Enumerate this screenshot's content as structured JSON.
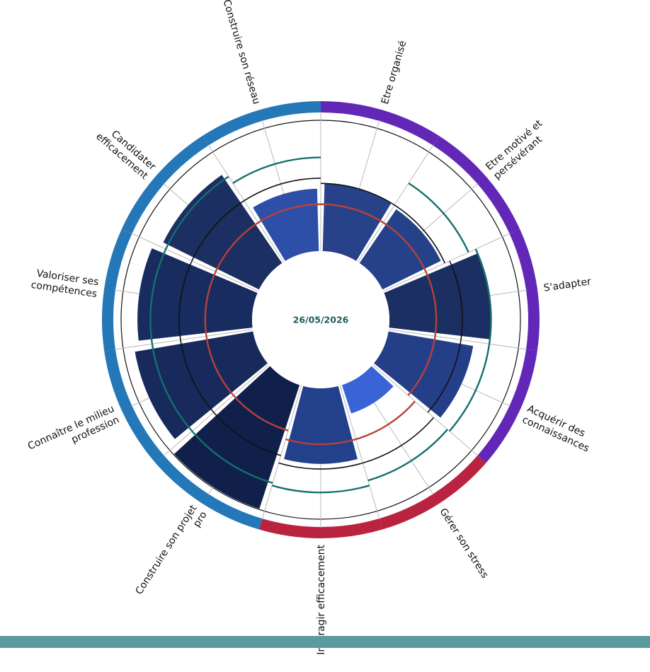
{
  "colors": {
    "background": "#ffffff",
    "teal_bar": "#5b9b9e",
    "ring_purple": "#6327b8",
    "ring_red": "#b9233f",
    "ring_blue": "#2478b8",
    "spoke": "#b9b9b9",
    "ref_red": "#b8413a",
    "ref_black": "#111111",
    "ref_teal": "#14706e",
    "center_text": "#1f5c5c"
  },
  "chart_data": {
    "type": "polar-bar",
    "center_label": "26/05/2026",
    "scale": [
      0,
      100
    ],
    "categories": [
      {
        "label": "Etre organisé",
        "lines": [
          "Etre organisé"
        ],
        "group": "purple",
        "value": 52,
        "color": "#274289",
        "marks": {
          "red": 36,
          "black": 52
        }
      },
      {
        "label": "Etre motivé et persévérant",
        "lines": [
          "Etre motivé et",
          "persévérant"
        ],
        "group": "purple",
        "value": 50,
        "color": "#24418a",
        "marks": {
          "red": 36,
          "black": 52,
          "teal": 72
        }
      },
      {
        "label": "S'adapter",
        "lines": [
          "S'adapter"
        ],
        "group": "purple",
        "value": 78,
        "color": "#1b2f62",
        "marks": {
          "red": 36,
          "black": 56,
          "teal": 78
        }
      },
      {
        "label": "Acquérir des connaissances",
        "lines": [
          "Acquérir des",
          "connaissances"
        ],
        "group": "purple",
        "value": 66,
        "color": "#243f88",
        "marks": {
          "red": 36,
          "black": 56,
          "teal": 78
        }
      },
      {
        "label": "Gérer son stress",
        "lines": [
          "Gérer son stress"
        ],
        "group": "red",
        "value": 23,
        "color": "#3a63d6",
        "marks": {
          "red": 43,
          "black": 62,
          "teal": 76
        }
      },
      {
        "label": "Interagir efficacement",
        "lines": [
          "Interagir efficacement"
        ],
        "group": "red",
        "value": 58,
        "color": "#22418a",
        "marks": {
          "red": 43,
          "black": 62,
          "teal": 80
        }
      },
      {
        "label": "Construire son projet pro",
        "lines": [
          "Construire son projet",
          "pro"
        ],
        "group": "blue",
        "value": 100,
        "color": "#11204a",
        "marks": {
          "red": 36,
          "black": 56,
          "teal": 78
        }
      },
      {
        "label": "Connaître le milieu profession",
        "lines": [
          "Connaître le milieu",
          "profession"
        ],
        "group": "blue",
        "value": 92,
        "color": "#182a5c",
        "marks": {
          "red": 36,
          "black": 56,
          "teal": 78
        }
      },
      {
        "label": "Valoriser ses compétences",
        "lines": [
          "Valoriser ses",
          "compétences"
        ],
        "group": "blue",
        "value": 88,
        "color": "#182c5f",
        "marks": {
          "red": 36,
          "black": 56,
          "teal": 78
        }
      },
      {
        "label": "Candidater efficacement",
        "lines": [
          "Candidater",
          "efficacement"
        ],
        "group": "blue",
        "value": 82,
        "color": "#1b2f62",
        "marks": {
          "red": 36,
          "black": 56,
          "teal": 78
        }
      },
      {
        "label": "Construire son réseau",
        "lines": [
          "Construire son réseau"
        ],
        "group": "blue",
        "value": 48,
        "color": "#2e4fa8",
        "marks": {
          "red": 36,
          "black": 56,
          "teal": 72
        }
      }
    ]
  }
}
